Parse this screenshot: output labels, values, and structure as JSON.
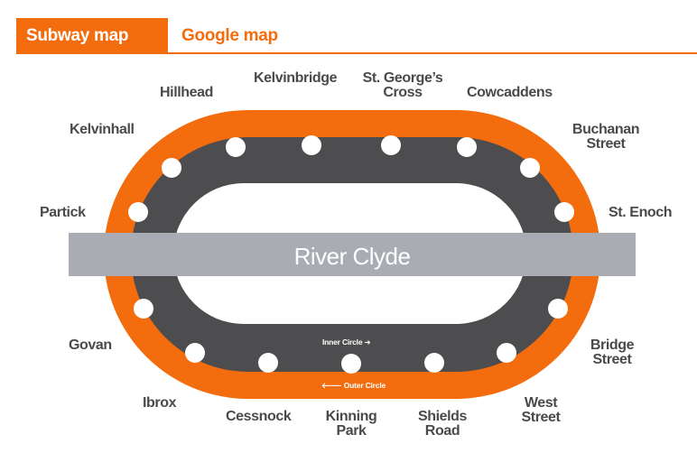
{
  "tabs": [
    {
      "label": "Subway map",
      "active": true
    },
    {
      "label": "Google map",
      "active": false
    }
  ],
  "map": {
    "river": "River Clyde",
    "inner_circle": "Inner Circle ➜",
    "outer_circle": "🡐 Outer Circle",
    "stations": {
      "hillhead": "Hillhead",
      "kelvinbridge": "Kelvinbridge",
      "st_georges_cross_1": "St. George’s",
      "st_georges_cross_2": "Cross",
      "cowcaddens": "Cowcaddens",
      "kelvinhall": "Kelvinhall",
      "buchanan_street_1": "Buchanan",
      "buchanan_street_2": "Street",
      "partick": "Partick",
      "st_enoch": "St. Enoch",
      "govan": "Govan",
      "bridge_street_1": "Bridge",
      "bridge_street_2": "Street",
      "ibrox": "Ibrox",
      "west_street_1": "West",
      "west_street_2": "Street",
      "cessnock": "Cessnock",
      "kinning_park_1": "Kinning",
      "kinning_park_2": "Park",
      "shields_road_1": "Shields",
      "shields_road_2": "Road"
    },
    "colors": {
      "outer_track": "#f36c0e",
      "inner_track": "#4d4d4f",
      "river": "#a9acb2",
      "station_dot": "#ffffff"
    }
  }
}
